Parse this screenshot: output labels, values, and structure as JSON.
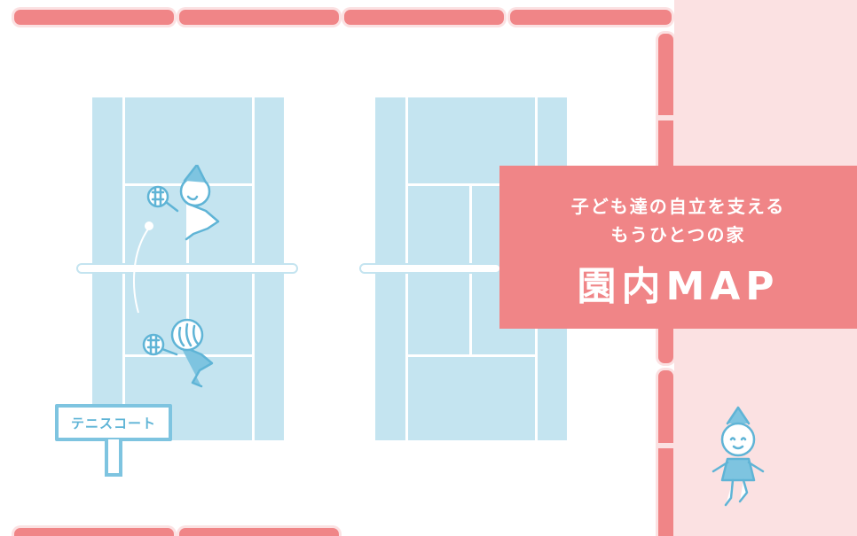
{
  "banner": {
    "line1": "子ども達の自立を支える",
    "line2": "もうひとつの家",
    "title": "園内MAP"
  },
  "sign": {
    "label": "テニスコート"
  },
  "colors": {
    "path_pink": "#f08587",
    "background_pink": "#fbe1e2",
    "court_blue": "#c4e4f0",
    "sign_blue": "#7ec4e0",
    "character_blue": "#5fb4d6"
  },
  "icons": [
    "tennis-racket-icon",
    "tennis-ball-icon",
    "child-character-icon"
  ]
}
